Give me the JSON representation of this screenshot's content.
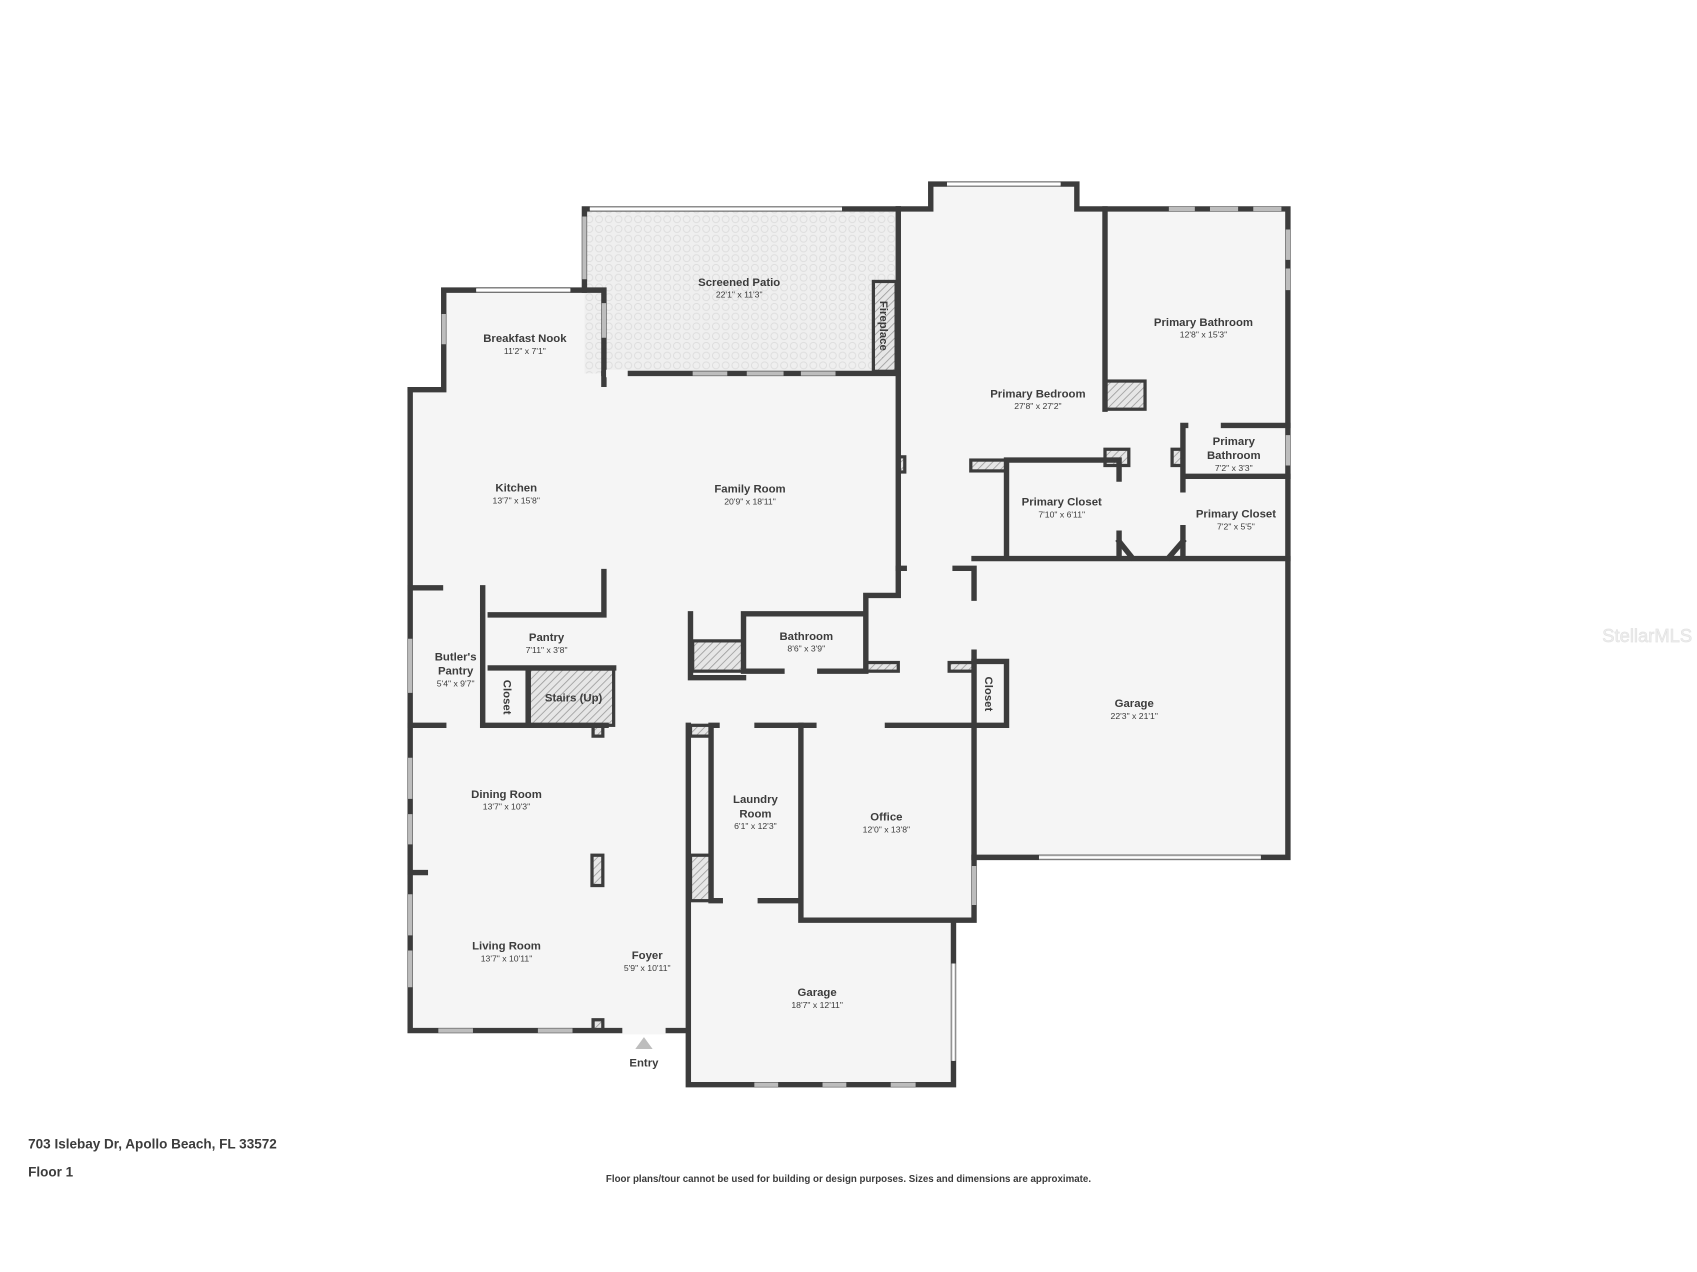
{
  "address": "703 Islebay Dr, Apollo Beach, FL 33572",
  "floor_label": "Floor 1",
  "disclaimer": "Floor plans/tour cannot be used for building or design purposes. Sizes and dimensions are approximate.",
  "watermark": "StellarMLS",
  "entry_label": "Entry",
  "colors": {
    "wall": "#3c3c3c",
    "floor": "#f5f5f5",
    "hatch": "#9a9a9a"
  },
  "rooms": {
    "screened_patio": {
      "name": "Screened Patio",
      "dims": "22'1\" x 11'3\""
    },
    "breakfast_nook": {
      "name": "Breakfast Nook",
      "dims": "11'2\" x 7'1\""
    },
    "kitchen": {
      "name": "Kitchen",
      "dims": "13'7\" x 15'8\""
    },
    "family_room": {
      "name": "Family Room",
      "dims": "20'9\" x 18'11\""
    },
    "fireplace": {
      "name": "Fireplace"
    },
    "primary_bedroom": {
      "name": "Primary Bedroom",
      "dims": "27'8\" x 27'2\""
    },
    "primary_bathroom": {
      "name": "Primary Bathroom",
      "dims": "12'8\" x 15'3\""
    },
    "primary_bathroom_2": {
      "name1": "Primary",
      "name2": "Bathroom",
      "dims": "7'2\" x 3'3\""
    },
    "primary_closet": {
      "name": "Primary Closet",
      "dims": "7'10\" x 6'11\""
    },
    "primary_closet_2": {
      "name": "Primary Closet",
      "dims": "7'2\" x 5'5\""
    },
    "pantry": {
      "name": "Pantry",
      "dims": "7'11\" x 3'8\""
    },
    "butlers_pantry": {
      "name1": "Butler's",
      "name2": "Pantry",
      "dims": "5'4\" x 9'7\""
    },
    "closet_1": {
      "name": "Closet"
    },
    "stairs": {
      "name": "Stairs (Up)"
    },
    "bathroom": {
      "name": "Bathroom",
      "dims": "8'6\" x 3'9\""
    },
    "closet_2": {
      "name": "Closet"
    },
    "garage_main": {
      "name": "Garage",
      "dims": "22'3\" x 21'1\""
    },
    "dining_room": {
      "name": "Dining Room",
      "dims": "13'7\" x 10'3\""
    },
    "laundry_room": {
      "name1": "Laundry",
      "name2": "Room",
      "dims": "6'1\" x 12'3\""
    },
    "office": {
      "name": "Office",
      "dims": "12'0\" x 13'8\""
    },
    "living_room": {
      "name": "Living Room",
      "dims": "13'7\" x 10'11\""
    },
    "foyer": {
      "name": "Foyer",
      "dims": "5'9\" x 10'11\""
    },
    "garage_small": {
      "name": "Garage",
      "dims": "18'7\" x 12'11\""
    }
  }
}
